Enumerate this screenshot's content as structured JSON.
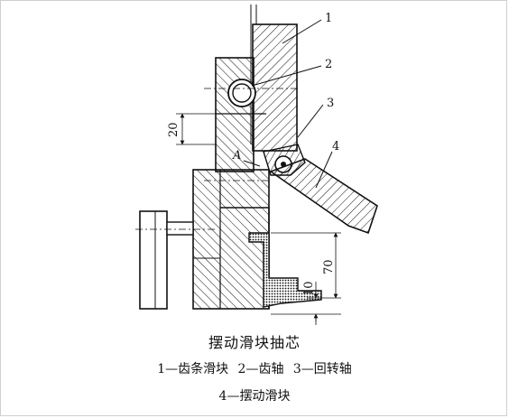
{
  "diagram": {
    "part_labels": [
      "1",
      "2",
      "3",
      "4"
    ],
    "point_label": "A",
    "dimensions": [
      "20",
      "70",
      "10"
    ]
  },
  "caption": {
    "title": "摆动滑块抽芯",
    "legend_line1": "1—齿条滑块   2—齿轴   3—回转轴",
    "legend_line2": "4—摆动滑块"
  },
  "colors": {
    "line": "#111111",
    "background": "#ffffff"
  }
}
